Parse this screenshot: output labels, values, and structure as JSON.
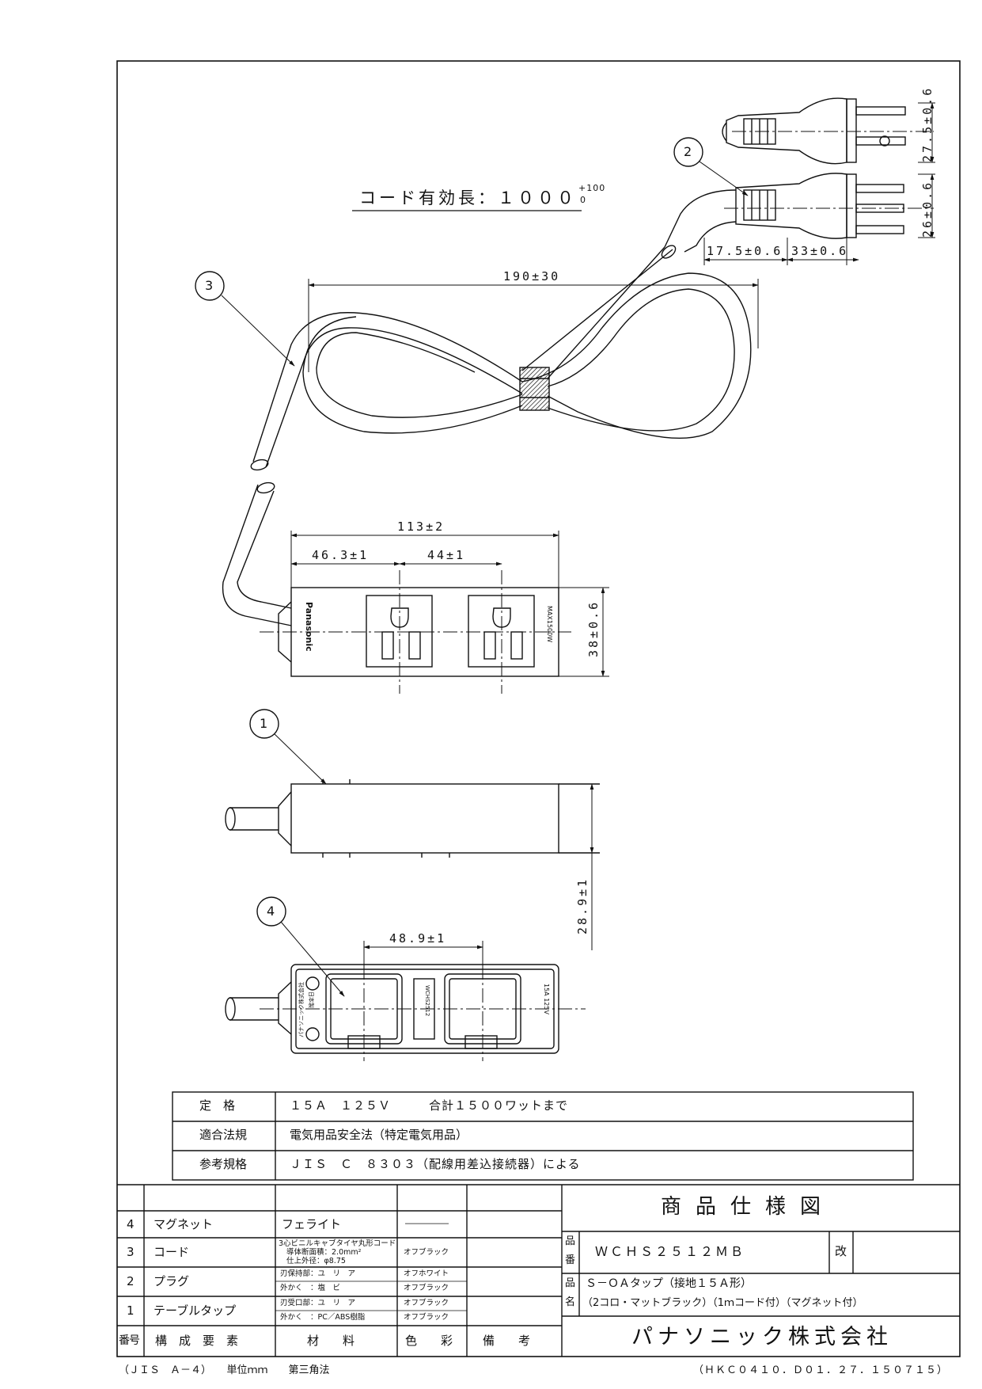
{
  "drawing": {
    "cord_length_label": "コード有効長：１０００",
    "cord_tol_plus": "+100",
    "cord_tol_zero": "0",
    "balloons": [
      "1",
      "2",
      "3",
      "4"
    ],
    "dims": {
      "loop_width": "190±30",
      "plug_pitch_a": "27.5±0.6",
      "plug_pitch_b": "26±0.6",
      "plug_len_a": "17.5±0.6",
      "plug_len_b": "33±0.6",
      "body_len": "113±2",
      "outlet_a": "46.3±1",
      "outlet_b": "44±1",
      "body_width": "38±0.6",
      "body_height": "28.9±1",
      "magnet_pitch": "48.9±1"
    },
    "product_marks": {
      "brand": "Panasonic",
      "max_rating": "MAX1500W",
      "bottom_rating": "15A 125V",
      "bottom_model": "WCHS2512",
      "bottom_maker": "パナソニック株式会社",
      "bottom_origin": "日本製"
    }
  },
  "spec_table": {
    "rows": [
      {
        "label": "定　格",
        "value": "１５Ａ　１２５Ｖ　　　合計１５００ワットまで"
      },
      {
        "label": "適合法規",
        "value": "電気用品安全法（特定電気用品）"
      },
      {
        "label": "参考規格",
        "value": "ＪＩＳ　Ｃ　８３０３（配線用差込接続器）による"
      }
    ]
  },
  "parts_table": {
    "headers": {
      "no": "番号",
      "component": "構　成　要　素",
      "material": "材　　料",
      "color": "色　　彩",
      "remarks": "備　　考"
    },
    "rows": [
      {
        "no": "4",
        "component": "マグネット",
        "material": [
          "フェライト"
        ],
        "color": [
          "―――――"
        ]
      },
      {
        "no": "3",
        "component": "コード",
        "material": [
          "3心ビニルキャブタイヤ丸形コード",
          "導体断面積：2.0mm²",
          "仕上外径：φ8.75"
        ],
        "color": [
          "オフブラック"
        ]
      },
      {
        "no": "2",
        "component": "プラグ",
        "material": [
          "刃保持部：ユ　リ　ア",
          "外かく　：塩　ビ"
        ],
        "color": [
          "オフホワイト",
          "オフブラック"
        ]
      },
      {
        "no": "1",
        "component": "テーブルタップ",
        "material": [
          "刃受口部：ユ　リ　ア",
          "外かく　：PC／ABS樹脂"
        ],
        "color": [
          "オフブラック",
          "オフブラック"
        ]
      }
    ]
  },
  "title_block": {
    "title": "商品仕様図",
    "part_no_label_1": "品",
    "part_no_label_2": "番",
    "part_no": "ＷＣＨＳ２５１２ＭＢ",
    "rev_label": "改",
    "name_label_1": "品",
    "name_label_2": "名",
    "name_line_1": "Ｓ－ＯＡタップ（接地１５Ａ形）",
    "name_line_2": "（2コロ・マットブラック）（1ｍコード付）（マグネット付）",
    "company": "パナソニック株式会社"
  },
  "footer": {
    "left": "（ＪＩＳ　Ａ－４）　　単位ｍｍ　　第三角法",
    "right": "（ＨＫＣ０４１０．Ｄ０１．２７．１５０７１５）"
  }
}
